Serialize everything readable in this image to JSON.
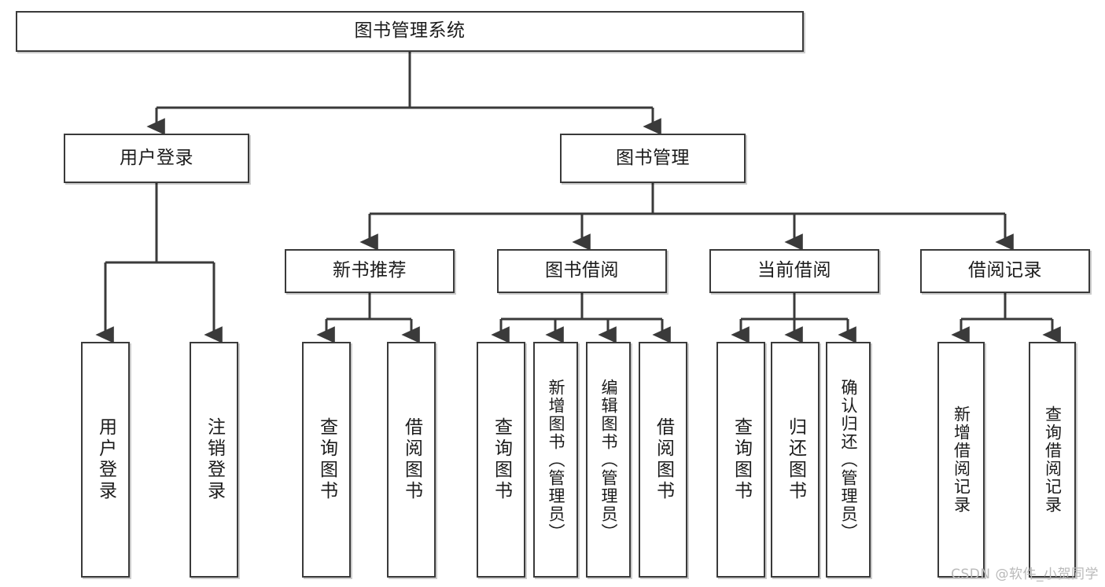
{
  "diagram": {
    "type": "tree",
    "title": "图书管理系统",
    "watermark": "CSDN @软件_小贺同学",
    "root": {
      "id": "root",
      "label": "图书管理系统",
      "orientation": "horizontal"
    },
    "level2": [
      {
        "id": "user-login",
        "label": "用户登录",
        "orientation": "horizontal"
      },
      {
        "id": "book-manage",
        "label": "图书管理",
        "orientation": "horizontal"
      }
    ],
    "level3": [
      {
        "id": "new-book-rec",
        "label": "新书推荐",
        "orientation": "horizontal",
        "parent": "book-manage"
      },
      {
        "id": "book-borrow",
        "label": "图书借阅",
        "orientation": "horizontal",
        "parent": "book-manage"
      },
      {
        "id": "current-borrow",
        "label": "当前借阅",
        "orientation": "horizontal",
        "parent": "book-manage"
      },
      {
        "id": "borrow-record",
        "label": "借阅记录",
        "orientation": "horizontal",
        "parent": "book-manage"
      }
    ],
    "leaves": [
      {
        "id": "leaf-user-login",
        "label": "用户登录",
        "orientation": "vertical",
        "parent": "user-login"
      },
      {
        "id": "leaf-user-logout",
        "label": "注销登录",
        "orientation": "vertical",
        "parent": "user-login"
      },
      {
        "id": "leaf-query-book-1",
        "label": "查询图书",
        "orientation": "vertical",
        "parent": "new-book-rec"
      },
      {
        "id": "leaf-borrow-book-1",
        "label": "借阅图书",
        "orientation": "vertical",
        "parent": "new-book-rec"
      },
      {
        "id": "leaf-query-book-2",
        "label": "查询图书",
        "orientation": "vertical",
        "parent": "book-borrow"
      },
      {
        "id": "leaf-add-book",
        "label": "新增图书（管理员）",
        "orientation": "vertical",
        "parent": "book-borrow"
      },
      {
        "id": "leaf-edit-book",
        "label": "编辑图书（管理员）",
        "orientation": "vertical",
        "parent": "book-borrow"
      },
      {
        "id": "leaf-borrow-book-2",
        "label": "借阅图书",
        "orientation": "vertical",
        "parent": "book-borrow"
      },
      {
        "id": "leaf-query-book-3",
        "label": "查询图书",
        "orientation": "vertical",
        "parent": "current-borrow"
      },
      {
        "id": "leaf-return-book",
        "label": "归还图书",
        "orientation": "vertical",
        "parent": "current-borrow"
      },
      {
        "id": "leaf-confirm-return",
        "label": "确认归还（管理员）",
        "orientation": "vertical",
        "parent": "current-borrow"
      },
      {
        "id": "leaf-add-record",
        "label": "新增借阅记录",
        "orientation": "vertical",
        "parent": "borrow-record"
      },
      {
        "id": "leaf-query-record",
        "label": "查询借阅记录",
        "orientation": "vertical",
        "parent": "borrow-record"
      }
    ],
    "colors": {
      "stroke": "#3a3a3a",
      "fill": "#ffffff",
      "text": "#1b1b1b",
      "watermark": "#b9b9b9"
    }
  }
}
